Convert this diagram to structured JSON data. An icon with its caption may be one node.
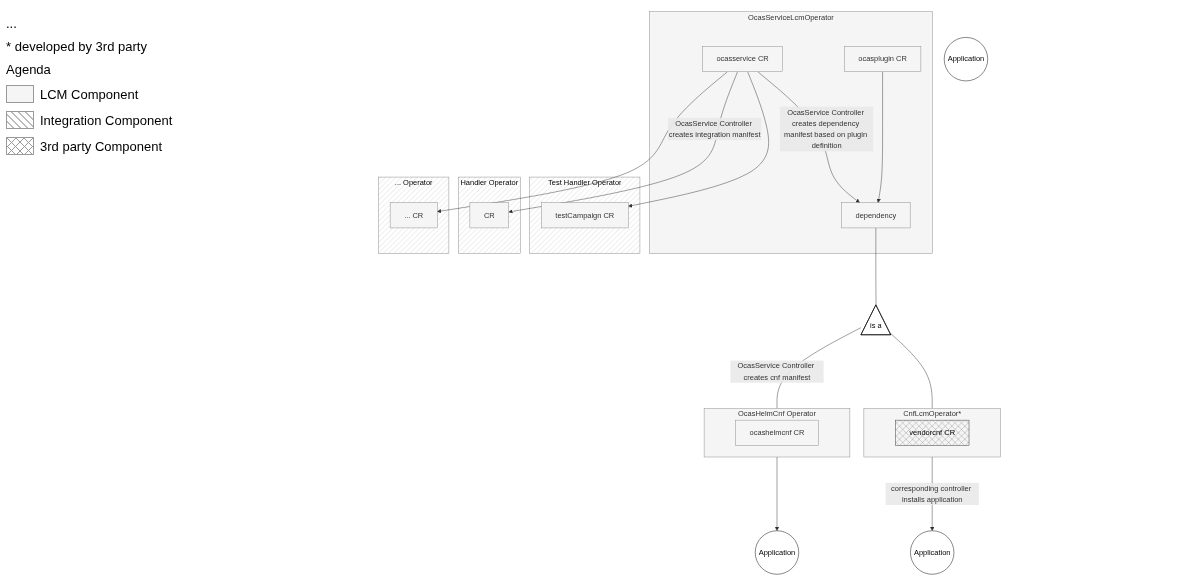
{
  "diagram": {
    "nodes": [
      {
        "text": [
          "OcasServiceLcmOperator"
        ]
      },
      {
        "text": [
          "ocasservice CR"
        ],
        "in": 0
      },
      {
        "text": [
          "ocasplugin CR"
        ],
        "in": 0
      },
      {
        "text": [
          "dependency"
        ],
        "in": 0
      },
      {
        "text": [
          "Test Handler Operator"
        ]
      },
      {
        "text": [
          "testCampaign CR"
        ],
        "in": 4
      },
      {
        "text": [
          "Handler Operator"
        ]
      },
      {
        "text": [
          "CR"
        ],
        "in": 6
      },
      {
        "text": [
          "... Operator"
        ]
      },
      {
        "text": [
          "... CR"
        ],
        "in": 8
      },
      {
        "text": [
          "OcasHelmCnf Operator"
        ]
      },
      {
        "text": [
          "ocashelmcnf CR"
        ],
        "in": 10
      },
      {
        "text": [
          "CnfLcmOperator*"
        ]
      },
      {
        "text": [
          "vendorcnf CR"
        ],
        "in": 12
      },
      {
        "text": [
          "is a"
        ]
      },
      {
        "text": [
          "Application"
        ]
      },
      {
        "text": [
          "Application"
        ]
      },
      {
        "text": [
          "Application"
        ]
      }
    ],
    "edges": [
      {
        "from": 1,
        "to": 3,
        "arrow": "to",
        "label": "OcasService Controller creates dependency manifest based on plugin definition"
      },
      {
        "from": 2,
        "to": 3,
        "arrow": "to"
      },
      {
        "from": 1,
        "to": 5,
        "arrow": "to"
      },
      {
        "from": 1,
        "to": 7,
        "arrow": "to",
        "label": "OcasService Controller creates integration manifest"
      },
      {
        "from": 1,
        "to": 9,
        "arrow": "to"
      },
      {
        "from": 3,
        "to": 14,
        "arrow": "none"
      },
      {
        "from": 14,
        "to": 10,
        "arrow": "none",
        "label": "OcasService Controller creates cnf manifest"
      },
      {
        "from": 14,
        "to": 12,
        "arrow": "none"
      },
      {
        "from": 10,
        "to": 15,
        "arrow": "to"
      },
      {
        "from": 12,
        "to": 17,
        "arrow": "to",
        "label": "corresponding controller installs application"
      }
    ],
    "labels": [
      "...",
      "* developed by 3rd party",
      "Agenda"
    ],
    "legend": [
      {
        "text": "LCM Component",
        "color": "#f5f5f5"
      },
      {
        "text": "Integration Component"
      },
      {
        "text": "3rd party Component"
      }
    ]
  }
}
